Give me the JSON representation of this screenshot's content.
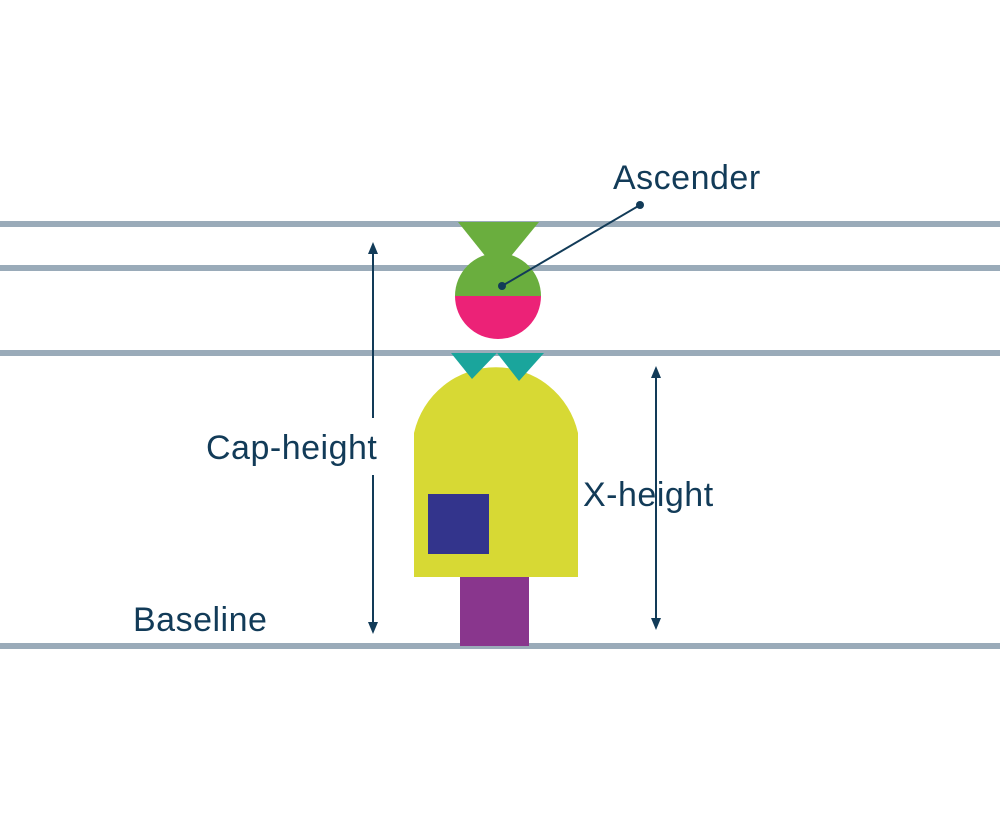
{
  "labels": {
    "ascender": "Ascender",
    "cap_height": "Cap-height",
    "x_height": "X-height",
    "baseline": "Baseline"
  },
  "colors": {
    "guide_line": "#9aabb9",
    "text": "#123b58",
    "arrow": "#123b58",
    "green": "#6aae3e",
    "pink": "#ec2277",
    "teal": "#1aa59c",
    "yellow": "#d7d934",
    "navy": "#33348c",
    "purple": "#89368d"
  }
}
